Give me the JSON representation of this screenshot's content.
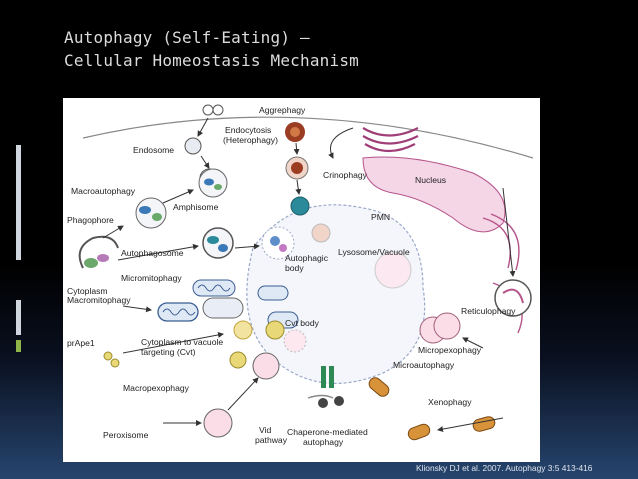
{
  "slide": {
    "title_line1": "Autophagy (Self-Eating) –",
    "title_line2": "Cellular Homeostasis Mechanism",
    "citation": "Klionsky DJ et al. 2007. Autophagy 3:5 413-416",
    "colors": {
      "background_top": "#000000",
      "background_bottom": "#26456e",
      "deco_bar": "#cfd6dd",
      "deco_accent": "#8fb548"
    }
  },
  "diagram": {
    "labels": {
      "aggrephagy": "Aggrephagy",
      "endocytosis": "Endocytosis",
      "heterophagy": "(Heterophagy)",
      "endosome": "Endosome",
      "crinophagy": "Crinophagy",
      "macroautophagy": "Macroautophagy",
      "amphisome": "Amphisome",
      "nucleus": "Nucleus",
      "pmn": "PMN",
      "phagophore": "Phagophore",
      "autophagosome": "Autophagosome",
      "lysosome_vacuole": "Lysosome/Vacuole",
      "autophagic": "Autophagic",
      "body": "body",
      "cytoplasm": "Cytoplasm",
      "micromitophagy": "Micromitophagy",
      "macromitophagy": "Macromitophagy",
      "cvt_body": "Cvt body",
      "reticulophagy": "Reticulophagy",
      "prape1": "prApe1",
      "cvt_line1": "Cytoplasm to vacuole",
      "cvt_line2": "targeting (Cvt)",
      "micropexophagy": "Micropexophagy",
      "microautophagy": "Microautophagy",
      "macropexophagy": "Macropexophagy",
      "xenophagy": "Xenophagy",
      "peroxisome": "Peroxisome",
      "vid": "Vid",
      "pathway": "pathway",
      "chaperone_line1": "Chaperone-mediated",
      "chaperone_line2": "autophagy"
    }
  }
}
